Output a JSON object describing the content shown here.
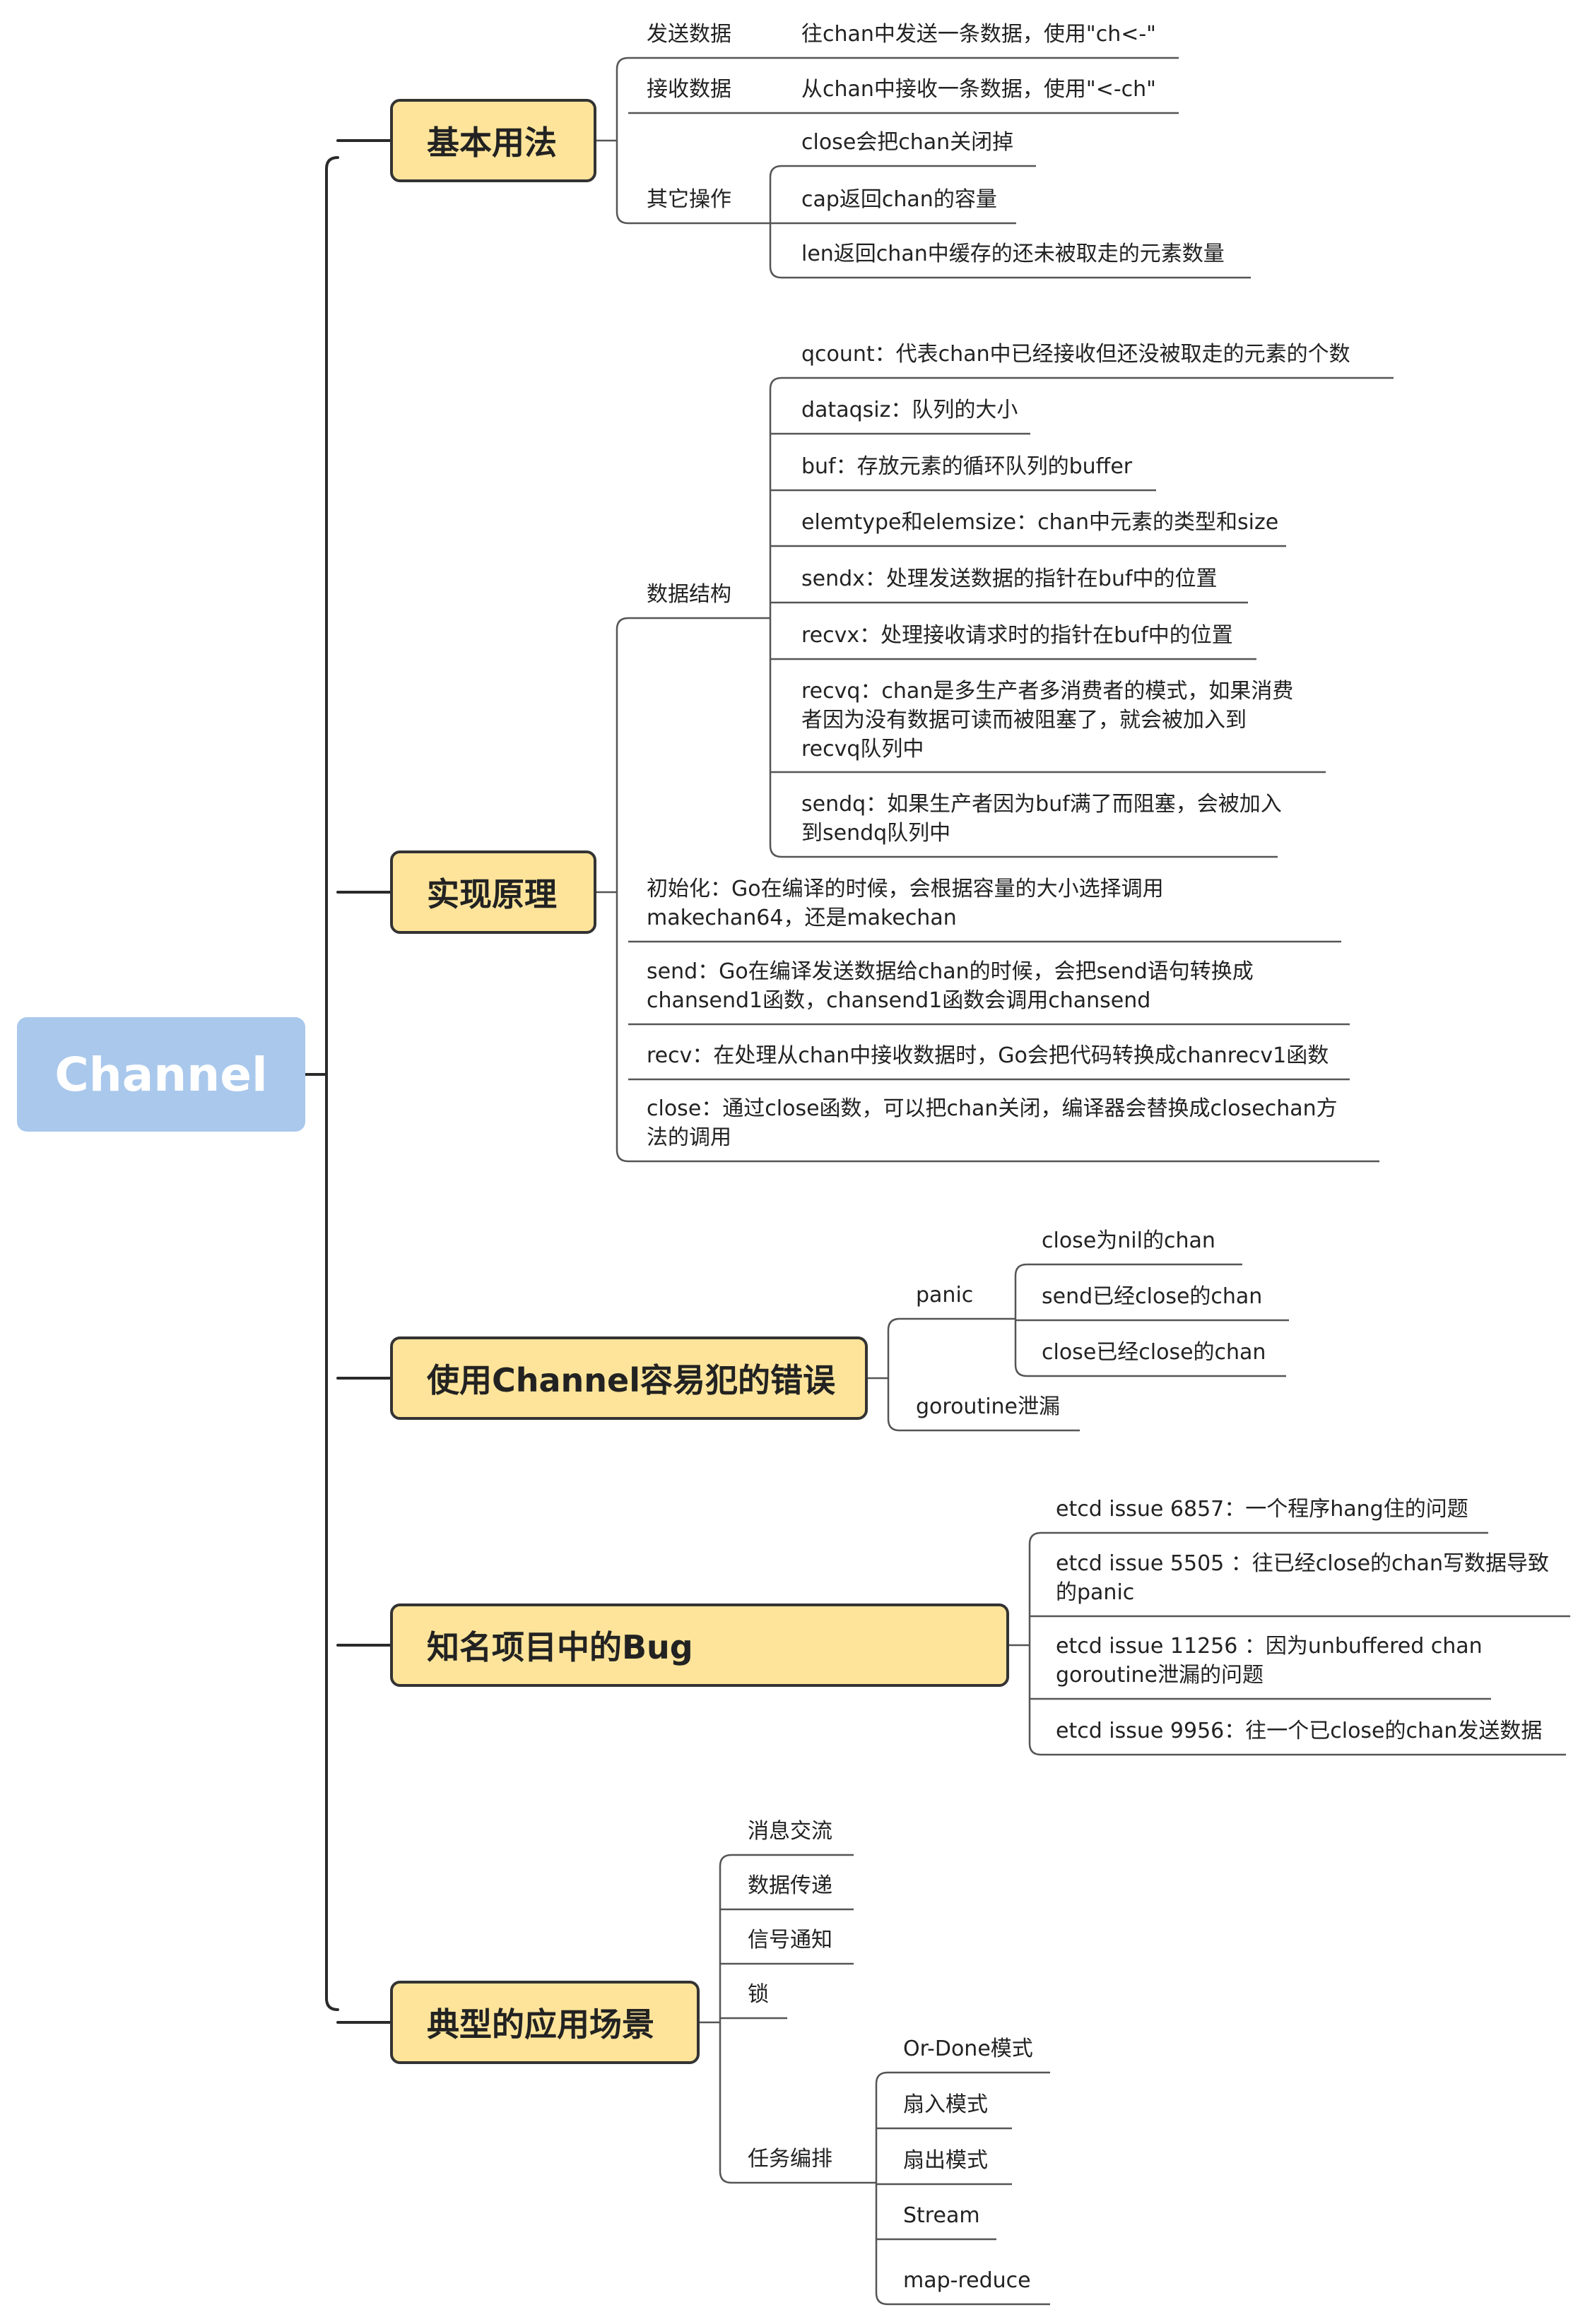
{
  "root": {
    "label": "Channel"
  },
  "branches": [
    {
      "label": "基本用法",
      "children": [
        {
          "label": "发送数据",
          "children": [
            {
              "label": "往chan中发送一条数据，使用\"ch<-\""
            }
          ]
        },
        {
          "label": "接收数据",
          "children": [
            {
              "label": "从chan中接收一条数据，使用\"<-ch\""
            }
          ]
        },
        {
          "label": "其它操作",
          "children": [
            {
              "label": "close会把chan关闭掉"
            },
            {
              "label": "cap返回chan的容量"
            },
            {
              "label": "len返回chan中缓存的还未被取走的元素数量"
            }
          ]
        }
      ]
    },
    {
      "label": "实现原理",
      "children": [
        {
          "label": "数据结构",
          "children": [
            {
              "label": "qcount：代表chan中已经接收但还没被取走的元素的个数"
            },
            {
              "label": "dataqsiz：队列的大小"
            },
            {
              "label": "buf：存放元素的循环队列的buffer"
            },
            {
              "label": "elemtype和elemsize：chan中元素的类型和size"
            },
            {
              "label": "sendx：处理发送数据的指针在buf中的位置"
            },
            {
              "label": "recvx：处理接收请求时的指针在buf中的位置"
            },
            {
              "label": "recvq：chan是多生产者多消费者的模式，如果消费",
              "label2": "者因为没有数据可读而被阻塞了，就会被加入到",
              "label3": "recvq队列中"
            },
            {
              "label": "sendq：如果生产者因为buf满了而阻塞，会被加入",
              "label2": "到sendq队列中"
            }
          ]
        },
        {
          "label": "初始化：Go在编译的时候，会根据容量的大小选择调用",
          "label2": "makechan64，还是makechan"
        },
        {
          "label": "send：Go在编译发送数据给chan的时候，会把send语句转换成",
          "label2": "chansend1函数，chansend1函数会调用chansend"
        },
        {
          "label": "recv：在处理从chan中接收数据时，Go会把代码转换成chanrecv1函数"
        },
        {
          "label": "close：通过close函数，可以把chan关闭，编译器会替换成closechan方",
          "label2": "法的调用"
        }
      ]
    },
    {
      "label": "使用Channel容易犯的错误",
      "children": [
        {
          "label": "panic",
          "children": [
            {
              "label": "close为nil的chan"
            },
            {
              "label": "send已经close的chan"
            },
            {
              "label": "close已经close的chan"
            }
          ]
        },
        {
          "label": "goroutine泄漏"
        }
      ]
    },
    {
      "label": "知名项目中的Bug",
      "children": [
        {
          "label": "etcd issue 6857：一个程序hang住的问题"
        },
        {
          "label": "etcd issue 5505 ：往已经close的chan写数据导致",
          "label2": "的panic"
        },
        {
          "label": "etcd issue 11256 ：因为unbuffered chan",
          "label2": "goroutine泄漏的问题"
        },
        {
          "label": "etcd issue 9956：往一个已close的chan发送数据"
        }
      ]
    },
    {
      "label": "典型的应用场景",
      "children": [
        {
          "label": "消息交流"
        },
        {
          "label": "数据传递"
        },
        {
          "label": "信号通知"
        },
        {
          "label": "锁"
        },
        {
          "label": "任务编排",
          "children": [
            {
              "label": "Or-Done模式"
            },
            {
              "label": "扇入模式"
            },
            {
              "label": "扇出模式"
            },
            {
              "label": "Stream"
            },
            {
              "label": "map-reduce"
            }
          ]
        }
      ]
    }
  ]
}
